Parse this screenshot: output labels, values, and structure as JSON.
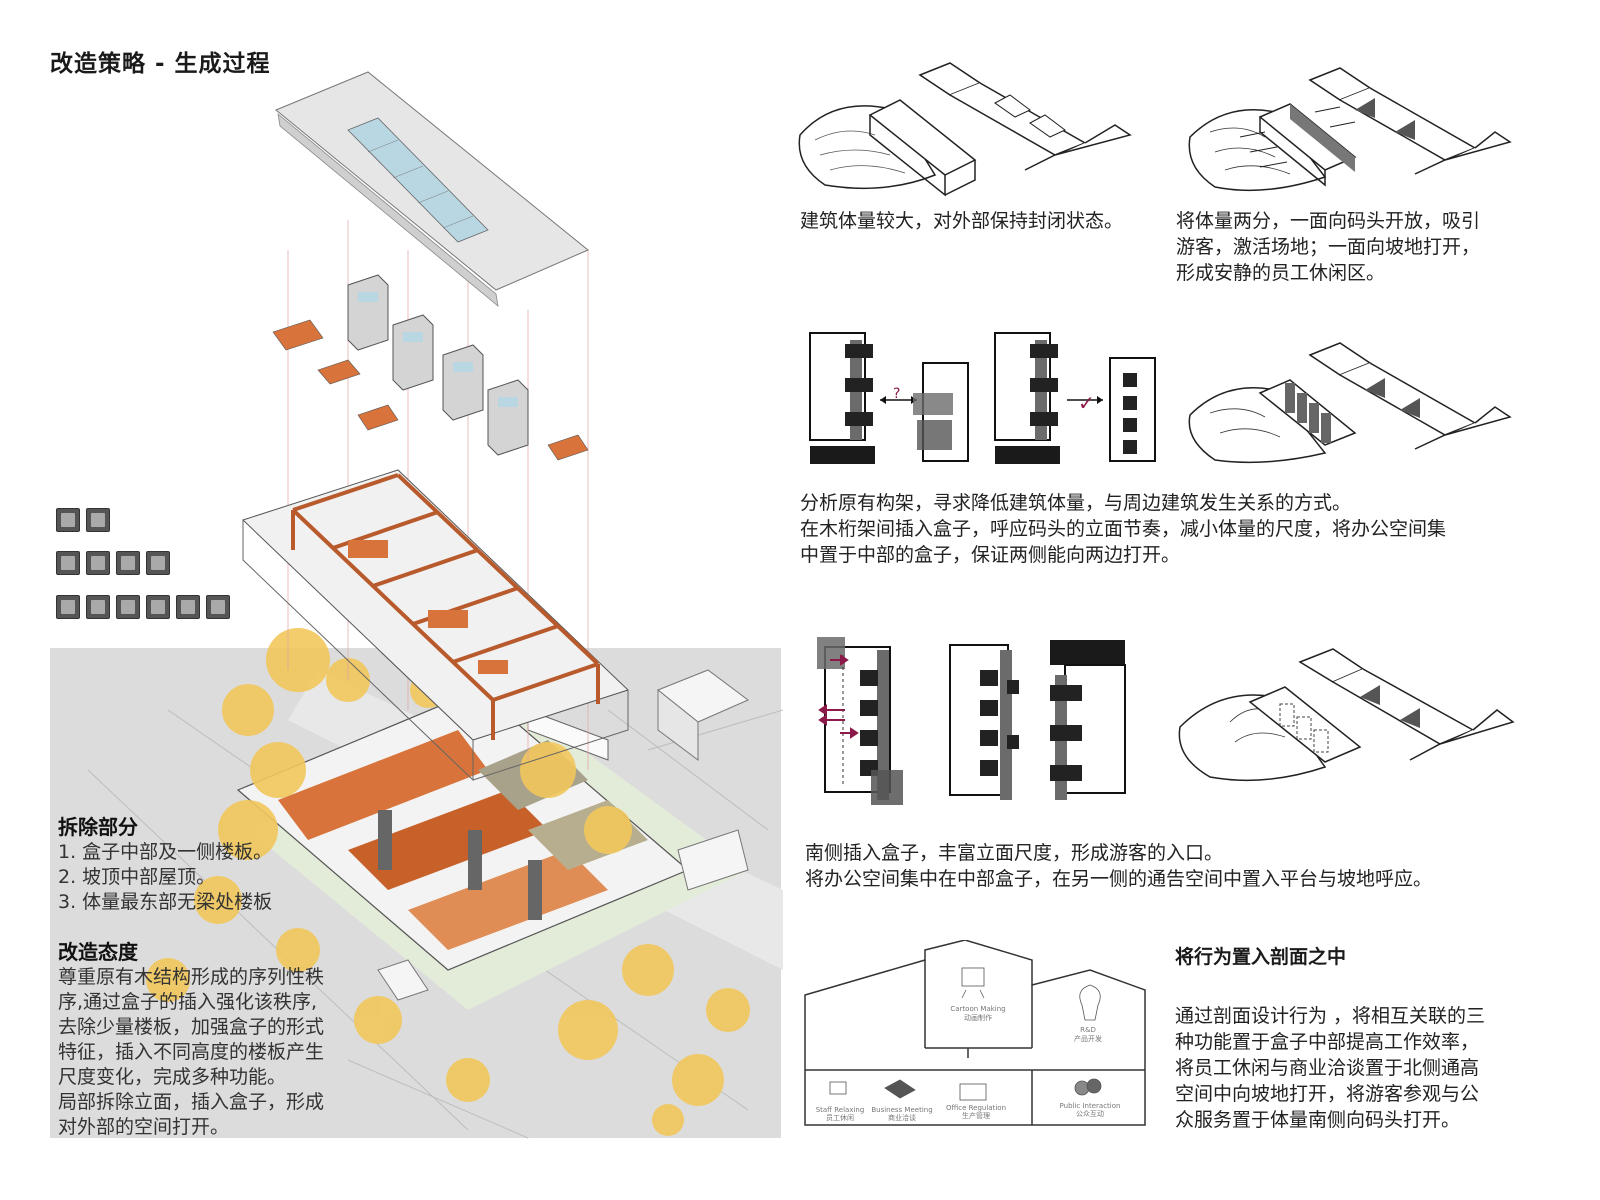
{
  "title": "改造策略 - 生成过程",
  "captions": {
    "c1": "建筑体量较大，对外部保持封闭状态。",
    "c2": [
      "将体量两分，一面向码头开放，吸引",
      "游客，激活场地；一面向坡地打开，",
      "形成安静的员工休闲区。"
    ],
    "c3": [
      "分析原有构架，寻求降低建筑体量，与周边建筑发生关系的方式。",
      "在木桁架间插入盒子，呼应码头的立面节奏，减小体量的尺度，将办公空间集",
      "中置于中部的盒子，保证两侧能向两边打开。"
    ],
    "c4": [
      "南侧插入盒子，丰富立面尺度，形成游客的入口。",
      "将办公空间集中在中部盒子，在另一侧的通告空间中置入平台与坡地呼应。"
    ],
    "c5_title": "将行为置入剖面之中",
    "c5": [
      "通过剖面设计行为 ，将相互关联的三",
      "种功能置于盒子中部提高工作效率，",
      "将员工休闲与商业洽谈置于北侧通高",
      "空间中向坡地打开，将游客参观与公",
      "众服务置于体量南侧向码头打开。"
    ]
  },
  "demolition": {
    "heading": "拆除部分",
    "items": [
      "1. 盒子中部及一侧楼板。",
      "2. 坡顶中部屋顶。",
      "3. 体量最东部无梁处楼板"
    ]
  },
  "attitude": {
    "heading": "改造态度",
    "lines": [
      "尊重原有木结构形成的序列性秩",
      "序,通过盒子的插入强化该秩序,",
      "去除少量楼板，加强盒子的形式",
      "特征，插入不同高度的楼板产生",
      "尺度变化，完成多种功能。",
      "局部拆除立面，插入盒子，形成",
      "对外部的空间打开。"
    ]
  },
  "diagram_marks": {
    "q": "?",
    "check": "✓"
  },
  "section_labels": [
    {
      "en": "Cartoon Making",
      "cn": "动画制作"
    },
    {
      "en": "R&D",
      "cn": "产品开发"
    },
    {
      "en": "Staff Relaxing",
      "cn": "员工休闲"
    },
    {
      "en": "Business Meeting",
      "cn": "商业洽谈"
    },
    {
      "en": "Office Regulation",
      "cn": "生产管理"
    },
    {
      "en": "Public Interaction",
      "cn": "公众互动"
    }
  ],
  "icons": {
    "row1": [
      "worker-icon",
      "meeting-icon"
    ],
    "row2": [
      "group-icon",
      "idea-icon",
      "check-icon",
      "people-icon"
    ],
    "row3": [
      "camera-icon",
      "cup-icon",
      "dining-icon",
      "cart-icon",
      "presentation-icon",
      "office-icon"
    ]
  },
  "colors": {
    "accent_orange": "#c8602a",
    "tree_yellow": "#f2c75c",
    "arrow_maroon": "#8b1a4a",
    "glass_blue": "#b9d7e3"
  }
}
